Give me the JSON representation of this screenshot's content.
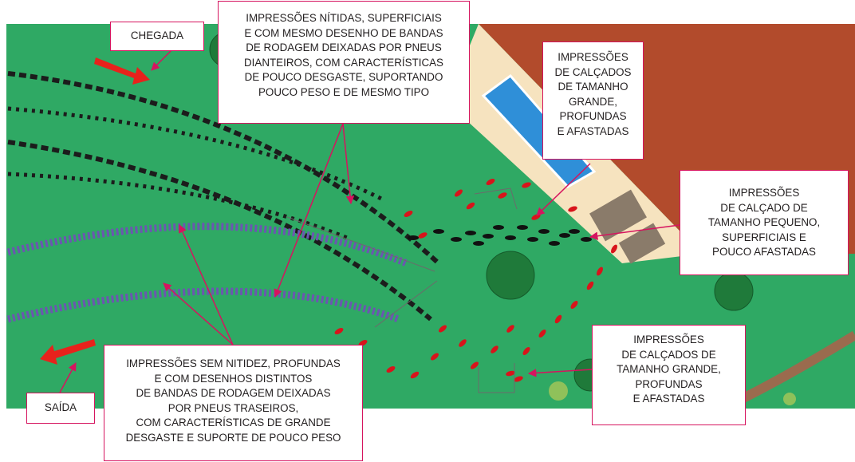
{
  "colors": {
    "grass": "#2fa964",
    "roof": "#b24b2c",
    "path": "#f6e3bf",
    "pool": "#2f8fd8",
    "front_tire": "#1c1c1c",
    "rear_tire": "#6b57b0",
    "large_shoe": "#d8141b",
    "small_shoe": "#111111",
    "callout_border": "#d6145f",
    "arrow_red": "#e8221c"
  },
  "labels": {
    "chegada": "CHEGADA",
    "saida": "SAÍDA",
    "front_tires": "IMPRESSÕES NÍTIDAS, SUPERFICIAIS\nE COM MESMO DESENHO DE BANDAS\nDE RODAGEM DEIXADAS POR PNEUS\nDIANTEIROS, COM CARACTERÍSTICAS\nDE POUCO DESGASTE, SUPORTANDO\nPOUCO PESO E DE MESMO TIPO",
    "large_shoes_top": "IMPRESSÕES\nDE CALÇADOS\nDE TAMANHO\nGRANDE,\nPROFUNDAS\nE AFASTADAS",
    "small_shoes": "IMPRESSÕES\nDE CALÇADO DE\nTAMANHO PEQUENO,\nSUPERFICIAIS E\nPOUCO AFASTADAS",
    "large_shoes_bottom": "IMPRESSÕES\nDE CALÇADOS DE\nTAMANHO GRANDE,\nPROFUNDAS\nE AFASTADAS",
    "rear_tires": "IMPRESSÕES SEM NITIDEZ, PROFUNDAS\nE COM DESENHOS DISTINTOS\nDE BANDAS DE RODAGEM DEIXADAS\nPOR PNEUS TRASEIROS,\nCOM CARACTERÍSTICAS DE GRANDE\nDESGASTE E SUPORTE DE POUCO PESO"
  }
}
